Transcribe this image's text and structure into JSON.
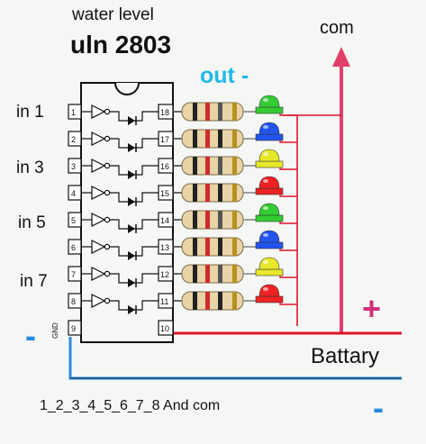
{
  "title_line1": "water level",
  "title_line2": "uln 2803",
  "out_label": "out -",
  "com_label": "com",
  "plus_label": "+",
  "battery_label": "Battary",
  "minus_left": "-",
  "minus_right": "-",
  "footer": "1_2_3_4_5_6_7_8 And com",
  "input_labels": [
    "in 1",
    "in 3",
    "in 5",
    "in 7"
  ],
  "left_pins": [
    "1",
    "2",
    "3",
    "4",
    "5",
    "6",
    "7",
    "8",
    "9"
  ],
  "right_pins": [
    "18",
    "17",
    "16",
    "15",
    "14",
    "13",
    "12",
    "11",
    "10"
  ],
  "gnd_label": "GND",
  "led_colors": [
    "#33cc33",
    "#2255ee",
    "#e8e82a",
    "#ee2222",
    "#33cc33",
    "#2255ee",
    "#e8e82a",
    "#ee2222"
  ],
  "colors": {
    "wire_red": "#e0142a",
    "wire_blue": "#2a8ae0",
    "com_arrow": "#e0406a",
    "out_text": "#22b8e8",
    "plus": "#d0307a"
  }
}
